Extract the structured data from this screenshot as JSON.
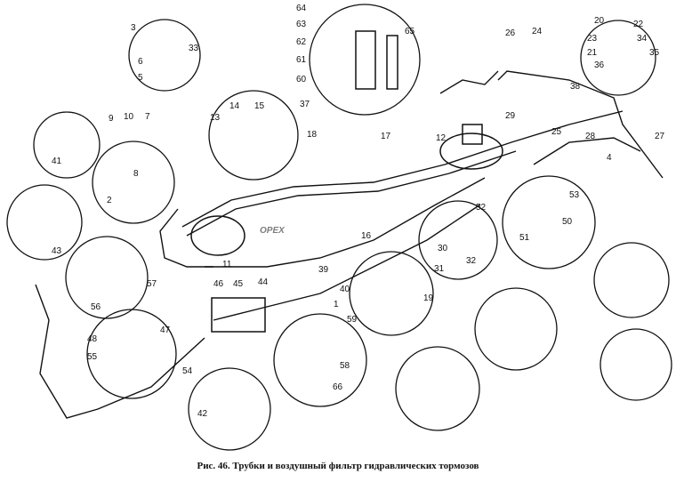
{
  "caption": "Рис. 46. Трубки и воздушный фильтр гидравлических тормозов",
  "watermark": "OPEX",
  "colors": {
    "ink": "#111111",
    "paper": "#ffffff",
    "watermark": "#b8cfe8"
  },
  "labels": [
    "64",
    "63",
    "62",
    "61",
    "60",
    "65",
    "26",
    "24",
    "20",
    "22",
    "23",
    "34",
    "21",
    "35",
    "36",
    "33",
    "3",
    "6",
    "5",
    "41",
    "9",
    "10",
    "7",
    "8",
    "2",
    "13",
    "14",
    "15",
    "37",
    "18",
    "17",
    "12",
    "38",
    "29",
    "25",
    "28",
    "27",
    "4",
    "43",
    "11",
    "46",
    "45",
    "44",
    "57",
    "56",
    "47",
    "48",
    "55",
    "54",
    "42",
    "59",
    "58",
    "66",
    "39",
    "16",
    "40",
    "1",
    "19",
    "31",
    "30",
    "32",
    "52",
    "51",
    "50",
    "53"
  ]
}
